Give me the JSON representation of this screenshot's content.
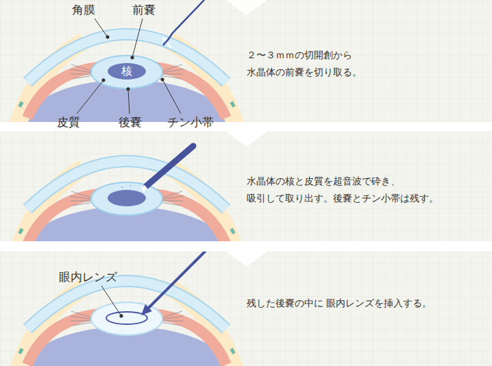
{
  "diagram": {
    "nodes": [
      {
        "text": [
          "核"
        ]
      }
    ],
    "labels": [
      "角膜",
      "前嚢",
      "皮質",
      "後嚢",
      "チン小帯",
      "２〜３ｍｍの切開創から 水晶体の前嚢を切り取る。",
      "水晶体の核と皮質を超音波で砕き、 吸引して取り出す。後嚢とチン小帯は残す。",
      "残した後嚢の中に 眼内レンズを挿入する。",
      "眼内レンズ"
    ]
  }
}
